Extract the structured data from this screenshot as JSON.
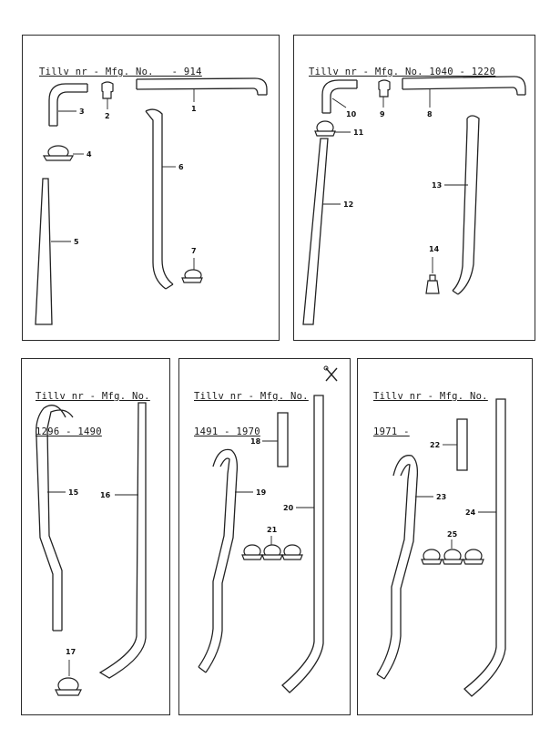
{
  "panels": [
    {
      "id": "p1",
      "title_lines": [
        "Tillv nr - Mfg. No.   - 914"
      ],
      "parts": [
        "1",
        "2",
        "3",
        "4",
        "5",
        "6",
        "7"
      ]
    },
    {
      "id": "p2",
      "title_lines": [
        "Tillv nr - Mfg. No. 1040 - 1220"
      ],
      "parts": [
        "8",
        "9",
        "10",
        "11",
        "12",
        "13",
        "14"
      ]
    },
    {
      "id": "p3",
      "title_lines": [
        "Tillv nr - Mfg. No.",
        "1296 - 1490"
      ],
      "parts": [
        "15",
        "16",
        "17"
      ]
    },
    {
      "id": "p4",
      "title_lines": [
        "Tillv nr - Mfg. No.",
        "1491 - 1970"
      ],
      "parts": [
        "18",
        "19",
        "20",
        "21"
      ]
    },
    {
      "id": "p5",
      "title_lines": [
        "Tillv nr - Mfg. No.",
        "1971 -"
      ],
      "parts": [
        "22",
        "23",
        "24",
        "25"
      ]
    }
  ],
  "labels": {
    "n1": "1",
    "n2": "2",
    "n3": "3",
    "n4": "4",
    "n5": "5",
    "n6": "6",
    "n7": "7",
    "n8": "8",
    "n9": "9",
    "n10": "10",
    "n11": "11",
    "n12": "12",
    "n13": "13",
    "n14": "14",
    "n15": "15",
    "n16": "16",
    "n17": "17",
    "n18": "18",
    "n19": "19",
    "n20": "20",
    "n21": "21",
    "n22": "22",
    "n23": "23",
    "n24": "24",
    "n25": "25"
  },
  "icons": {
    "p4_mark": "crossed-tools-icon"
  }
}
